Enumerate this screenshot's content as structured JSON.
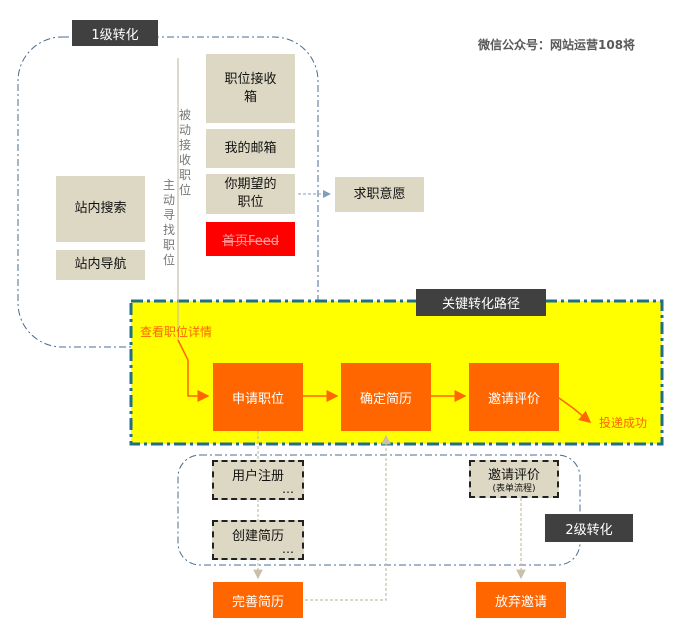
{
  "watermark": "微信公众号：网站运营108将",
  "level1": {
    "tag": "1级转化",
    "inbox": "职位接收箱",
    "mailbox": "我的邮箱",
    "expected": "你期望的职位",
    "homepage_feed": "首页Feed",
    "site_search": "站内搜索",
    "site_nav": "站内导航",
    "passive_label": "被动接收职位",
    "active_label": "主动寻找职位",
    "intent": "求职意愿"
  },
  "key_path": {
    "tag": "关键转化路径",
    "view_detail": "查看职位详情",
    "apply": "申请职位",
    "confirm_resume": "确定简历",
    "invite_review": "邀请评价",
    "delivered": "投递成功"
  },
  "level2": {
    "tag": "2级转化",
    "register": "用户注册",
    "register_more": "…",
    "create_resume": "创建简历",
    "create_more": "…",
    "invite_review": "邀请评价",
    "invite_sub": "(表单流程)",
    "complete_resume": "完善简历",
    "abandon_invite": "放弃邀请"
  },
  "colors": {
    "orange": "#ff6600",
    "yellow": "#ffff00",
    "tan": "#ddd8c4",
    "dark_tag": "#404040",
    "blue_border": "#4a6c8f",
    "red": "#ff0000"
  }
}
